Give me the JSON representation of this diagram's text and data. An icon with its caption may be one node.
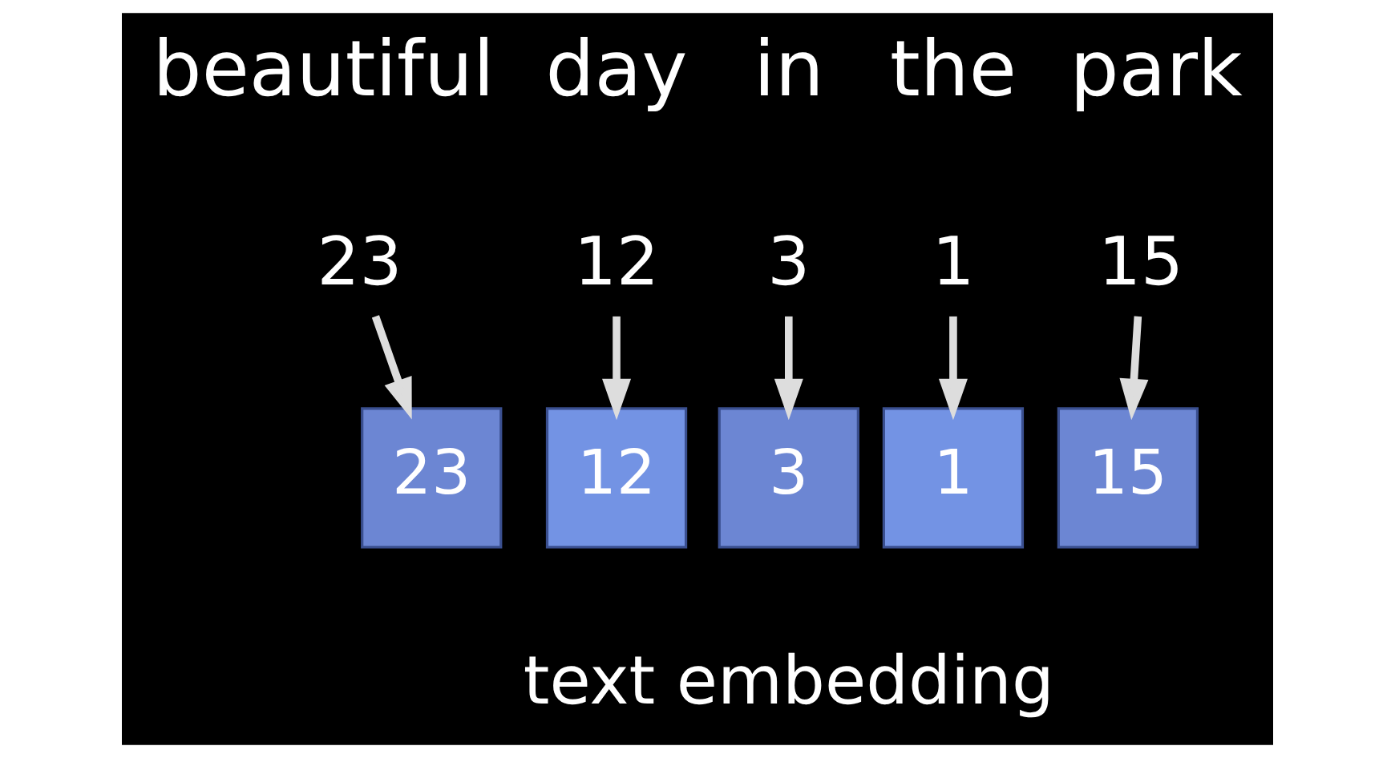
{
  "diagram": {
    "nodes": [
      {
        "text": [
          "23"
        ]
      },
      {
        "text": [
          "12"
        ]
      },
      {
        "text": [
          "3"
        ]
      },
      {
        "text": [
          "1"
        ]
      },
      {
        "text": [
          "15"
        ]
      },
      {
        "text": [
          "23"
        ]
      },
      {
        "text": [
          "12"
        ]
      },
      {
        "text": [
          "3"
        ]
      },
      {
        "text": [
          "1"
        ]
      },
      {
        "text": [
          "15"
        ]
      }
    ],
    "edges": [
      {
        "from": 0,
        "to": 5,
        "arrow": "to"
      },
      {
        "from": 1,
        "to": 6,
        "arrow": "to"
      },
      {
        "from": 2,
        "to": 7,
        "arrow": "to"
      },
      {
        "from": 3,
        "to": 8,
        "arrow": "to"
      },
      {
        "from": 4,
        "to": 9,
        "arrow": "to"
      }
    ],
    "labels": [
      "beautiful",
      "day",
      "in",
      "the",
      "park",
      "text embedding"
    ]
  }
}
